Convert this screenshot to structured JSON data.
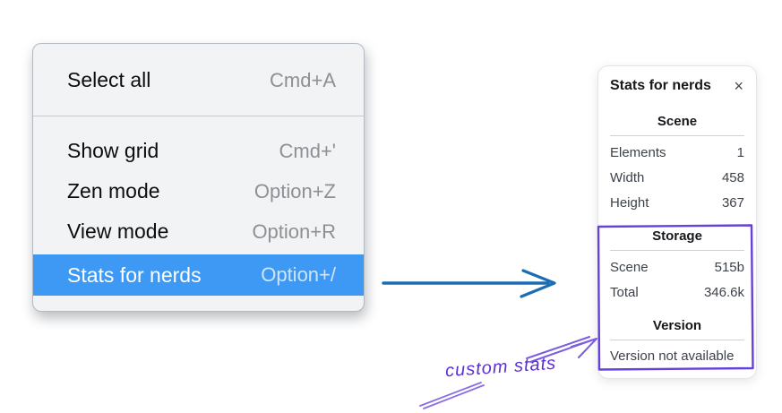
{
  "context_menu": {
    "items": [
      {
        "label": "Select all",
        "shortcut": "Cmd+A",
        "selected": false
      },
      {
        "label": "Show grid",
        "shortcut": "Cmd+'",
        "selected": false
      },
      {
        "label": "Zen mode",
        "shortcut": "Option+Z",
        "selected": false
      },
      {
        "label": "View mode",
        "shortcut": "Option+R",
        "selected": false
      },
      {
        "label": "Stats for nerds",
        "shortcut": "Option+/",
        "selected": true
      }
    ]
  },
  "stats_panel": {
    "title": "Stats for nerds",
    "close_icon": "×",
    "sections": [
      {
        "heading": "Scene",
        "rows": [
          {
            "label": "Elements",
            "value": "1"
          },
          {
            "label": "Width",
            "value": "458"
          },
          {
            "label": "Height",
            "value": "367"
          }
        ]
      },
      {
        "heading": "Storage",
        "rows": [
          {
            "label": "Scene",
            "value": "515b"
          },
          {
            "label": "Total",
            "value": "346.6k"
          }
        ]
      },
      {
        "heading": "Version",
        "rows": [],
        "note": "Version not available"
      }
    ]
  },
  "annotation": {
    "label": "custom stats",
    "text_color": "#5b2ed8",
    "arrow_color": "#7c5ce0",
    "box_color": "#6741d9"
  },
  "flow_arrow": {
    "color": "#1a6cb5",
    "direction": "right"
  },
  "colors": {
    "menu_highlight": "#3d99f4",
    "menu_background": "#f2f3f5",
    "panel_background": "#ffffff"
  }
}
